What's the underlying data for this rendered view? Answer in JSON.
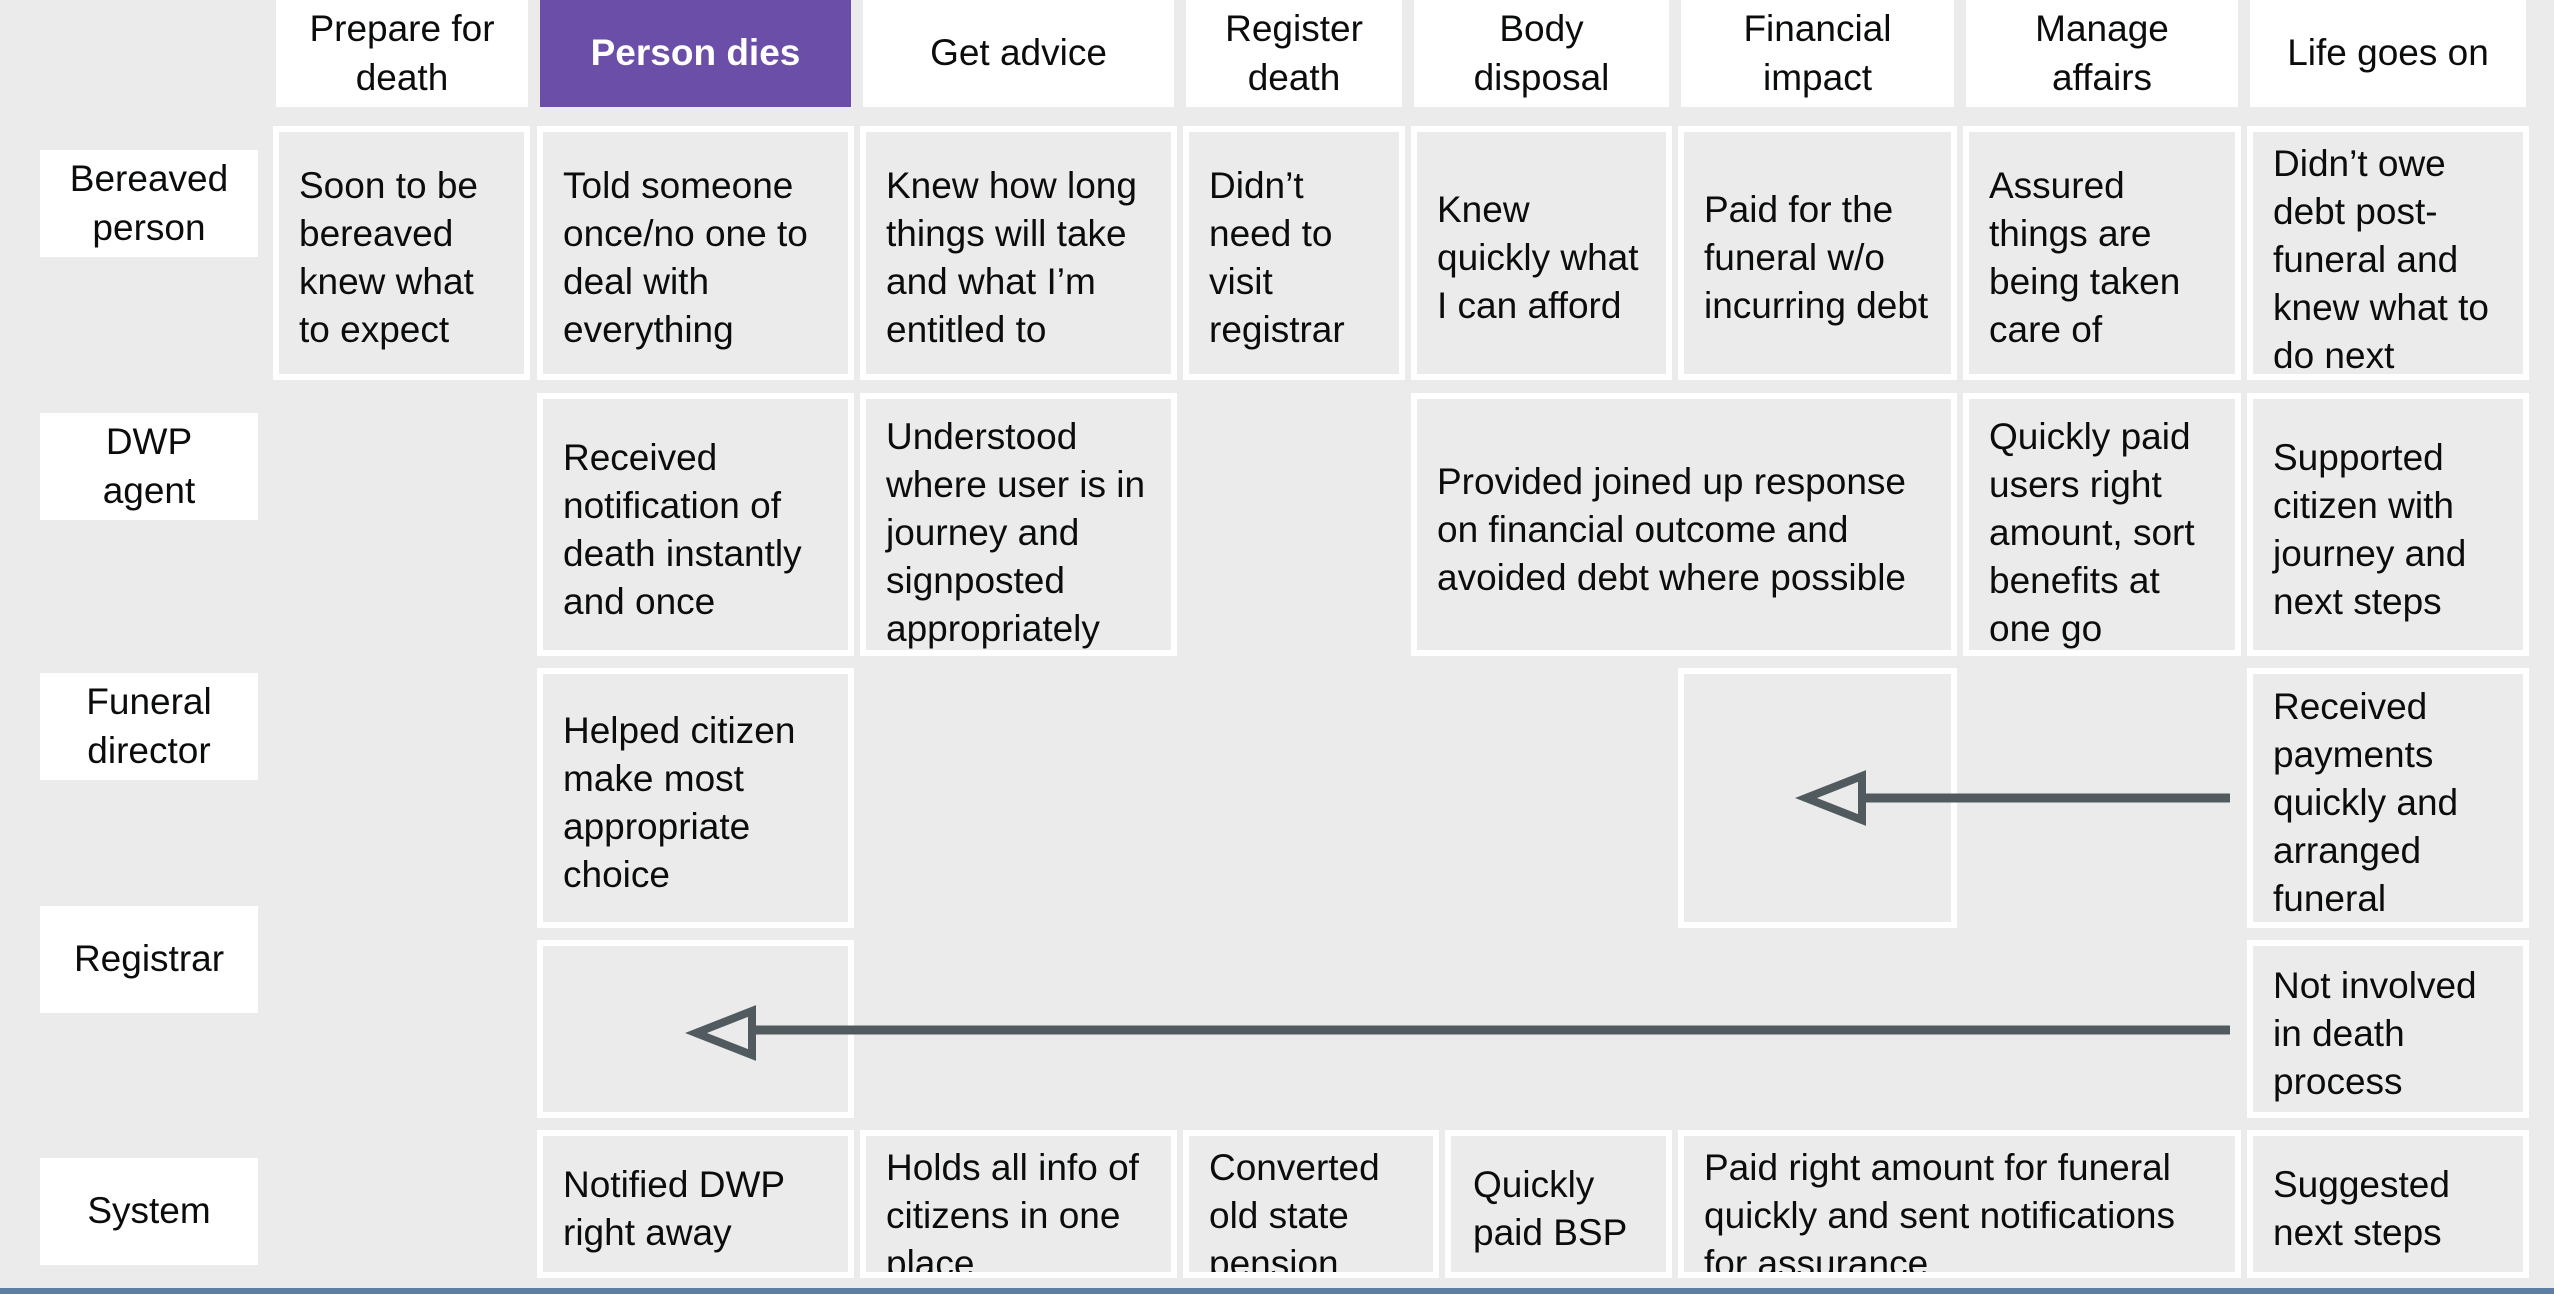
{
  "colors": {
    "background": "#ebebeb",
    "card_border": "#ffffff",
    "header_active": "#6a4ea8",
    "header_active_text": "#ffffff",
    "arrow": "#505a5f",
    "bottom_bar": "#5c7fa3"
  },
  "stages": [
    {
      "label": "Prepare for\ndeath"
    },
    {
      "label": "Person dies"
    },
    {
      "label": "Get advice"
    },
    {
      "label": "Register\ndeath"
    },
    {
      "label": "Body\ndisposal"
    },
    {
      "label": "Financial\nimpact"
    },
    {
      "label": "Manage\naffairs"
    },
    {
      "label": "Life goes on"
    }
  ],
  "roles": [
    {
      "label": "Bereaved\nperson"
    },
    {
      "label": "DWP\nagent"
    },
    {
      "label": "Funeral\ndirector"
    },
    {
      "label": "Registrar"
    },
    {
      "label": "System"
    }
  ],
  "cards": {
    "bereaved": [
      {
        "text": "Soon to be bereaved knew what to expect"
      },
      {
        "text": "Told someone once/no one to deal with everything"
      },
      {
        "text": "Knew how long things will take and what I’m entitled to"
      },
      {
        "text": "Didn’t need to visit registrar"
      },
      {
        "text": "Knew quickly what I can afford"
      },
      {
        "text": "Paid for the funeral w/o incurring debt"
      },
      {
        "text": "Assured things are being taken care of"
      },
      {
        "text": "Didn’t owe debt post-funeral and knew what to do next"
      }
    ],
    "dwp": [
      {
        "text": "Received notification of death instantly and once"
      },
      {
        "text": "Understood where user is in journey and signposted appropriately"
      },
      {
        "text": "Provided joined up response on financial outcome and avoided debt where possible"
      },
      {
        "text": "Quickly paid users right amount, sort benefits at one go"
      },
      {
        "text": "Supported citizen with journey and next steps"
      }
    ],
    "funeral": [
      {
        "text": "Helped citizen make most appropriate choice"
      },
      {
        "text": "Received payments quickly and arranged funeral"
      }
    ],
    "registrar": [
      {
        "text": "Not involved in death process"
      }
    ],
    "system": [
      {
        "text": "Notified DWP right away"
      },
      {
        "text": "Holds all info of citizens in one place"
      },
      {
        "text": "Converted old state pension"
      },
      {
        "text": "Quickly paid BSP"
      },
      {
        "text": "Paid right amount for funeral quickly and sent notifications for assurance"
      },
      {
        "text": "Suggested next steps"
      }
    ]
  }
}
